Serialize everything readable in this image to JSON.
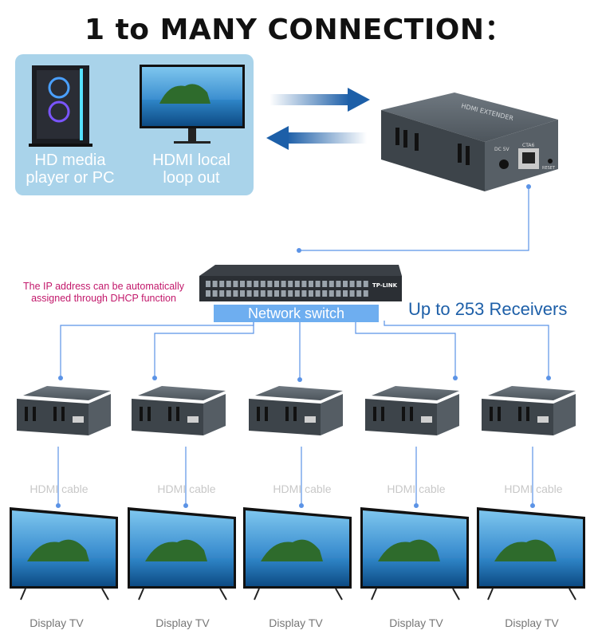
{
  "title": "1 to MANY CONNECTION：",
  "sources": [
    {
      "label": "HD media\nplayer or PC"
    },
    {
      "label": "HDMI local\nloop out"
    }
  ],
  "extender": {
    "top_text": "HDMI EXTENDER",
    "port_dc": "DC 5V",
    "port_cat": "CTA6",
    "port_reset": "RESET"
  },
  "switch": {
    "brand": "TP-LINK",
    "label": "Network switch",
    "note": "The IP address can be automatically assigned through DHCP function"
  },
  "receivers_label": "Up to 253 Receivers",
  "receivers": [
    {
      "cable": "HDMI cable",
      "tv": "Display TV"
    },
    {
      "cable": "HDMI cable",
      "tv": "Display TV"
    },
    {
      "cable": "HDMI cable",
      "tv": "Display TV"
    },
    {
      "cable": "HDMI cable",
      "tv": "Display TV"
    },
    {
      "cable": "HDMI cable",
      "tv": "Display TV"
    }
  ],
  "colors": {
    "arrow": "#1d5fa8",
    "line": "#5b93e6",
    "panel": "#a9d3ea",
    "switch_label": "#6eaef0",
    "note": "#c2186b"
  }
}
